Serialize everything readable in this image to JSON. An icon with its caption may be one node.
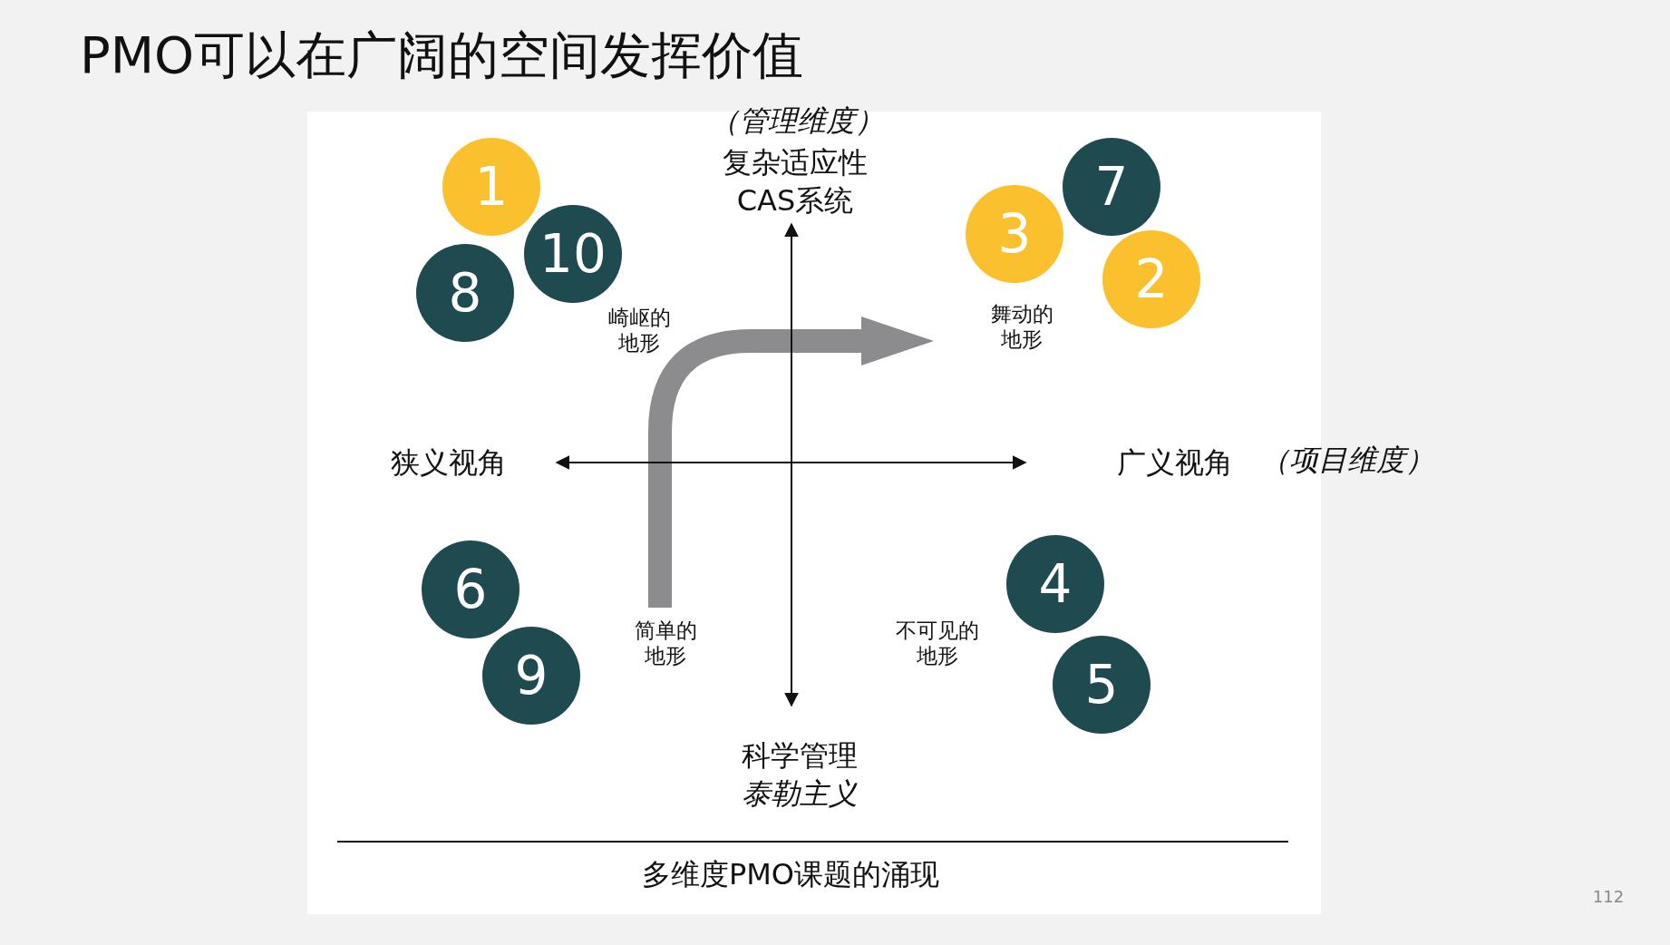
{
  "diagram": {
    "title": "PMO可以在广阔的空间发挥价值",
    "caption": "多维度PMO课题的涌现",
    "nodes": [
      {
        "text": [
          "1"
        ]
      },
      {
        "text": [
          "10"
        ]
      },
      {
        "text": [
          "8"
        ]
      },
      {
        "text": [
          "7"
        ]
      },
      {
        "text": [
          "3"
        ]
      },
      {
        "text": [
          "2"
        ]
      },
      {
        "text": [
          "6"
        ]
      },
      {
        "text": [
          "9"
        ]
      },
      {
        "text": [
          "4"
        ]
      },
      {
        "text": [
          "5"
        ]
      }
    ],
    "labels": [
      "（管理维度）",
      "复杂适应性",
      "CAS系统",
      "崎岖的地形",
      "舞动的地形",
      "狭义视角",
      "广义视角",
      "（项目维度）",
      "简单的地形",
      "不可见的地形",
      "科学管理",
      "泰勒主义",
      "112"
    ]
  }
}
